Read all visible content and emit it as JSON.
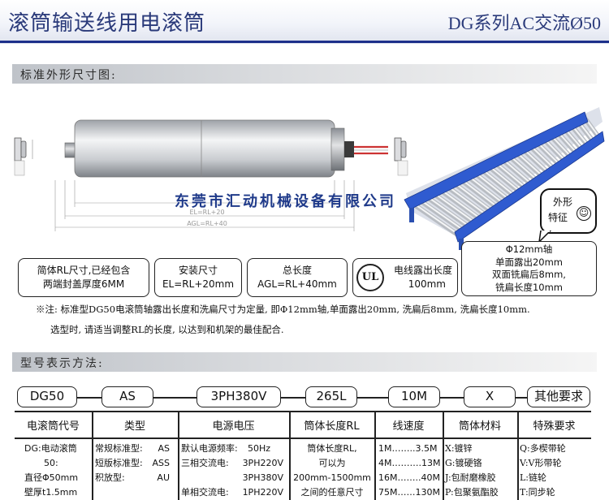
{
  "header": {
    "title": "滚筒输送线用电滚筒",
    "series": "DG系列AC交流Ø50"
  },
  "section_dimensions": {
    "title": "标准外形尺寸图:"
  },
  "drawing_dims": {
    "el_label": "EL=RL+20",
    "agl_label": "AGL=RL+40"
  },
  "watermark": "东莞市汇动机械设备有限公司",
  "bubble": {
    "line1": "外形",
    "line2": "特征"
  },
  "label_boxes": [
    {
      "lines": [
        "简体RL尺寸,已经包含",
        "两端封盖厚度6MM"
      ]
    },
    {
      "lines": [
        "安装尺寸",
        "EL=RL+20mm"
      ]
    },
    {
      "lines": [
        "总长度",
        "AGL=RL+40mm"
      ]
    },
    {
      "lines": [
        "电线露出长度",
        "100mm"
      ]
    }
  ],
  "ul_logo": "UL",
  "shaft_box": {
    "lines": [
      "Φ12mm轴",
      "单面露出20mm",
      "双面铣扁后8mm,",
      "铣扁长度10mm"
    ]
  },
  "notes": [
    "※注: 标准型DG50电滚筒轴露出长度和洗扁尺寸为定量, 即Φ12mm轴,单面露出20mm, 洗扁后8mm, 洗扁长度10mm.",
    "选型时, 请适当调整RL的长度, 以达到和机架的最佳配合."
  ],
  "section_model": {
    "title": "型号表示方法:"
  },
  "model_codes": [
    "DG50",
    "AS",
    "3PH380V",
    "265L",
    "10M",
    "X",
    "其他要求"
  ],
  "columns": [
    {
      "header": "电滚筒代号",
      "rows": [
        "DG:电动滚筒",
        "50:",
        "直径Φ50mm",
        "壁厚t1.5mm"
      ]
    },
    {
      "header": "类型",
      "rows": [
        {
          "a": "常规标准型:",
          "b": "AS"
        },
        {
          "a": "短版标准型:",
          "b": "ASS"
        },
        {
          "a": "积放型:",
          "b": "AU"
        }
      ]
    },
    {
      "header": "电源电压",
      "rows": [
        {
          "a": "默认电源频率:",
          "b": "50Hz"
        },
        {
          "a": "三相交流电:",
          "b": "3PH220V"
        },
        {
          "a": "",
          "b": "3PH380V"
        },
        {
          "a": "单相交流电:",
          "b": "1PH220V"
        }
      ]
    },
    {
      "header": "筒体长度RL",
      "rows": [
        "筒体长度RL,",
        "可以为",
        "200mm-1500mm",
        "之间的任意尺寸"
      ]
    },
    {
      "header": "线速度",
      "rows": [
        "1M……..3.5M",
        "4M……….13M",
        "16M……..40M",
        "75M……130M"
      ]
    },
    {
      "header": "筒体材料",
      "rows": [
        "X:镀锌",
        "G:镀硬铬",
        "J:包耐磨橡胶",
        "P:包聚氨酯胶"
      ]
    },
    {
      "header": "特殊要求",
      "rows": [
        "Q:多楔带轮",
        "V:V形带轮",
        "L:链轮",
        "T:同步轮"
      ]
    }
  ],
  "colors": {
    "brand_blue": "#1c2f8a",
    "conveyor_blue": "#2f5bd0",
    "title_text": "#2a3a7a"
  }
}
